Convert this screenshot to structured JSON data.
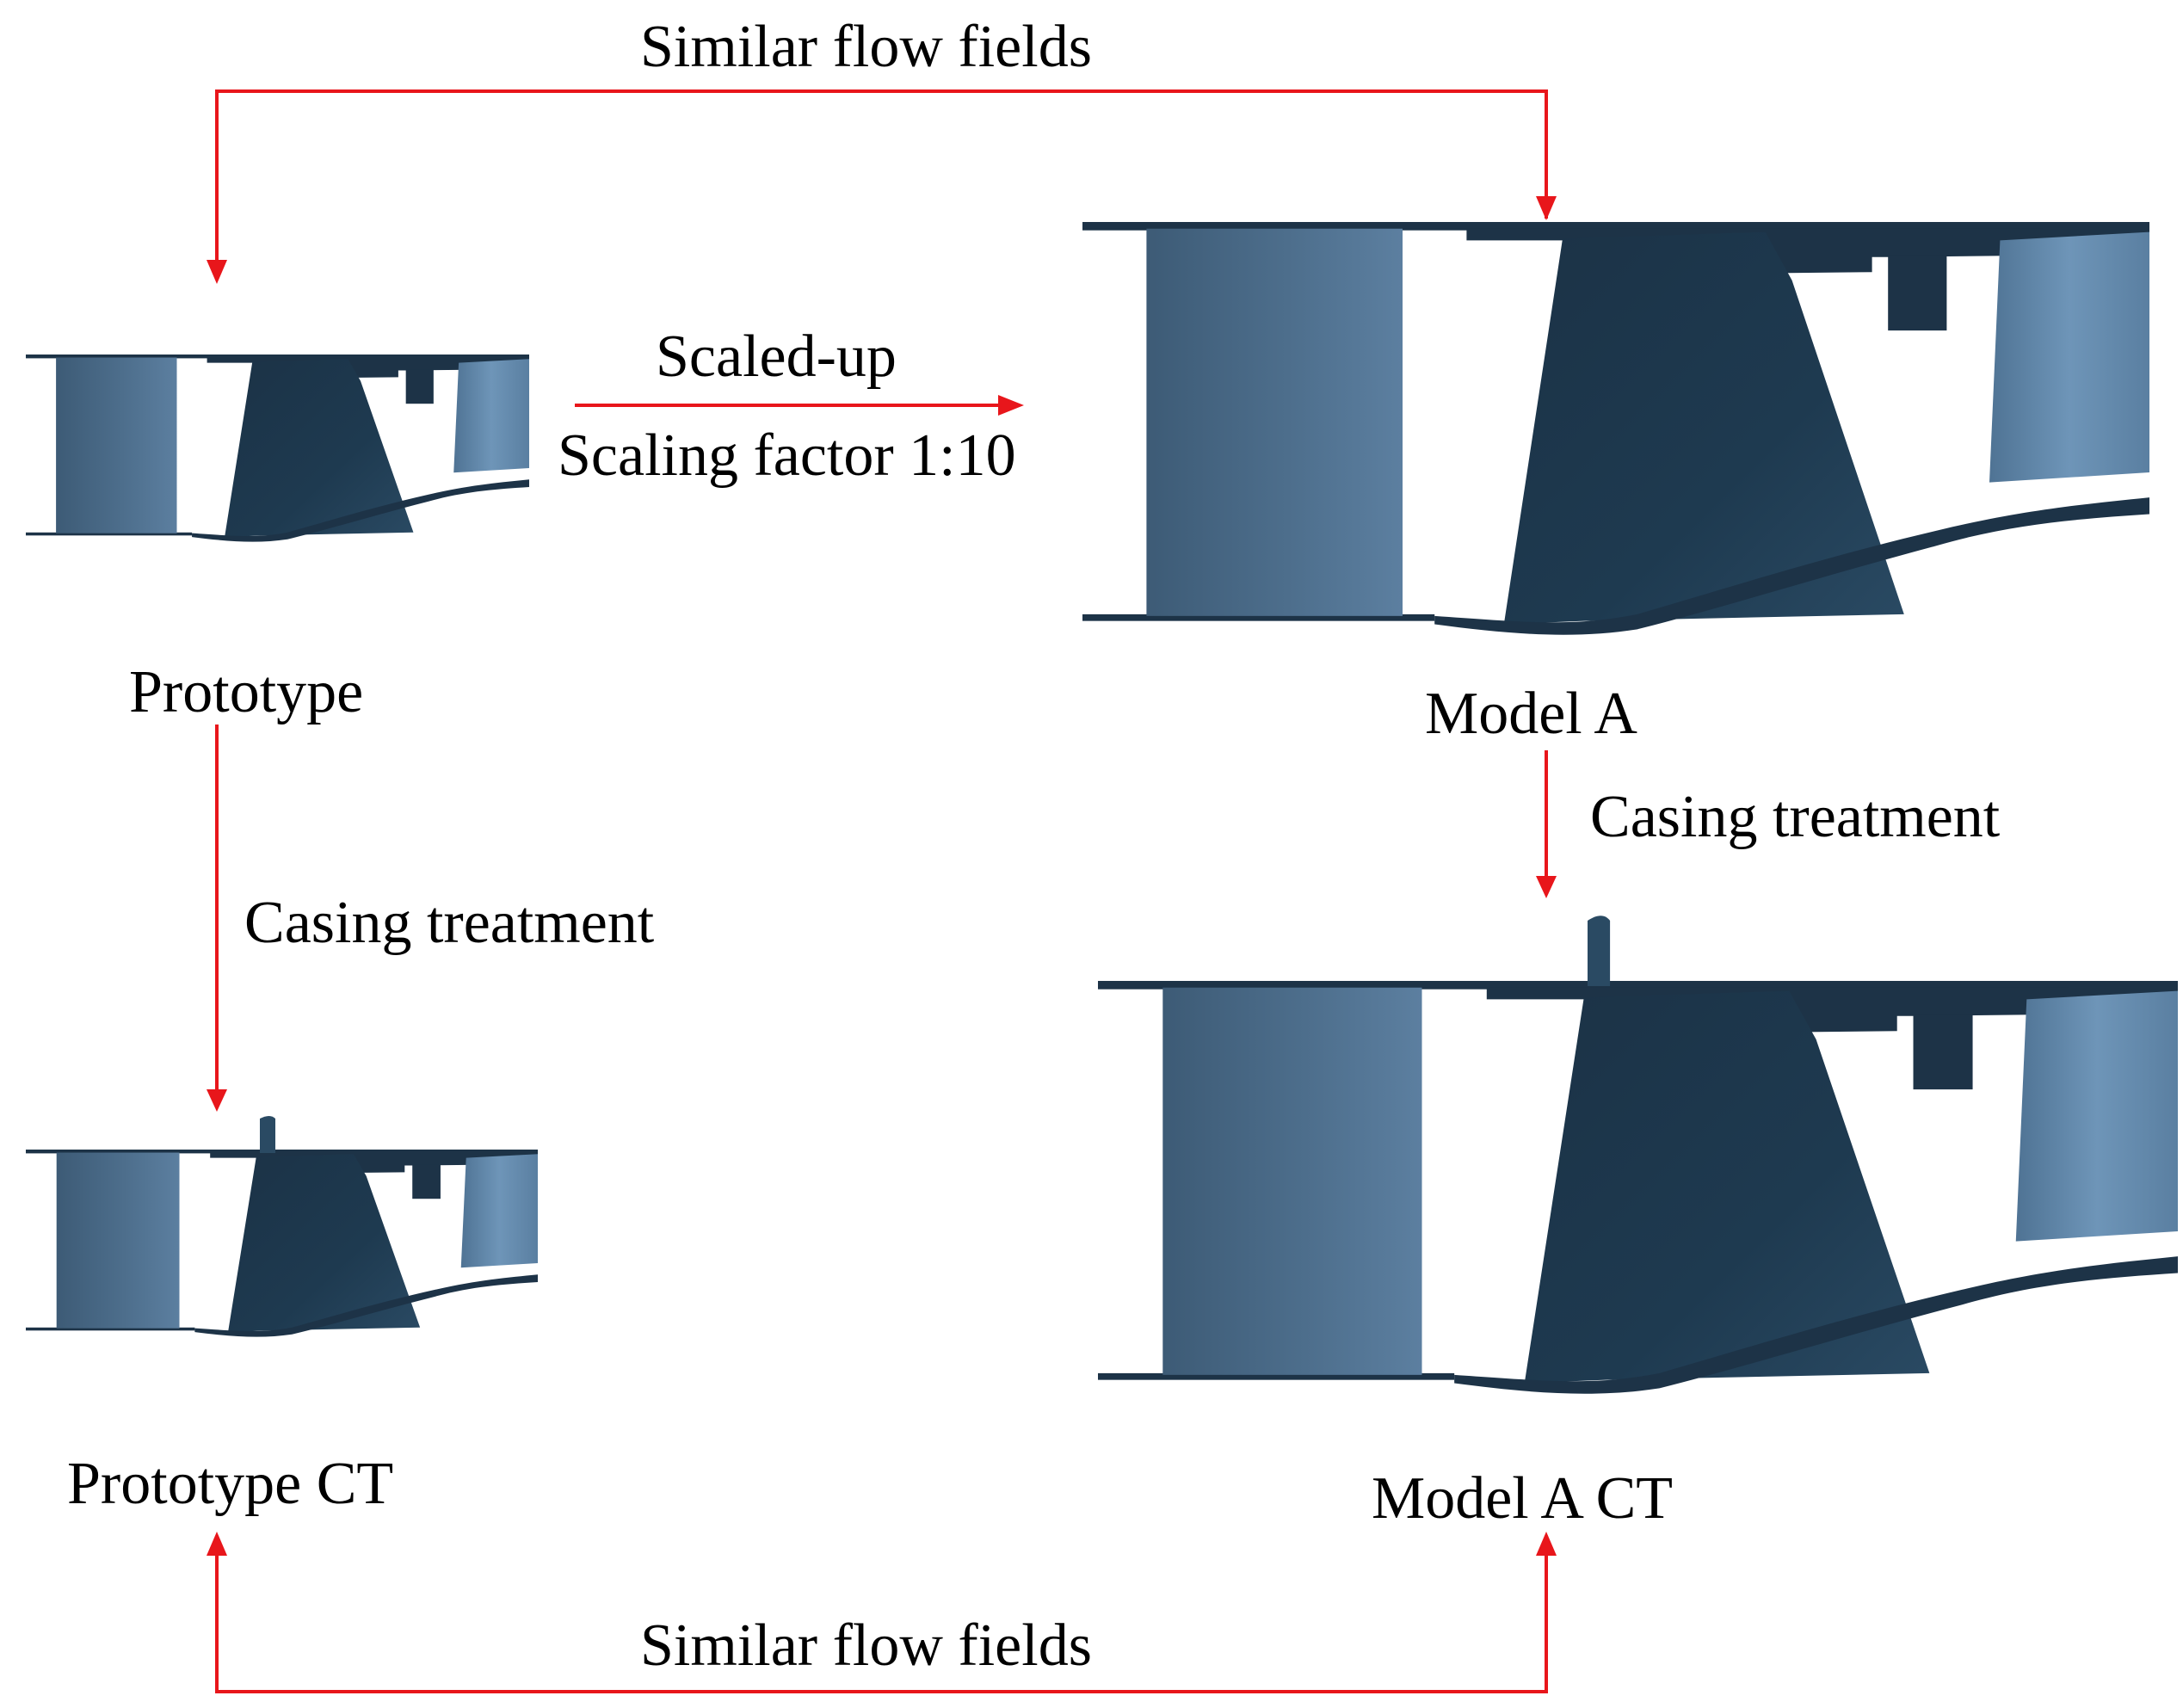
{
  "labels": {
    "top_link": "Similar flow fields",
    "scale_top": "Scaled-up",
    "scale_bottom": "Scaling factor 1:10",
    "prototype": "Prototype",
    "model_a": "Model A",
    "casing_left": "Casing treatment",
    "casing_right": "Casing treatment",
    "prototype_ct": "Prototype CT",
    "model_a_ct": "Model A CT",
    "bottom_link": "Similar flow fields"
  },
  "colors": {
    "arrow": "#e8161b",
    "hub_dark": "#1d3347",
    "stator_light_edge": "#4a6b88",
    "stator_light_mid": "#6d93b5",
    "rotor_dark": "#1c3448",
    "background": "#ffffff"
  }
}
